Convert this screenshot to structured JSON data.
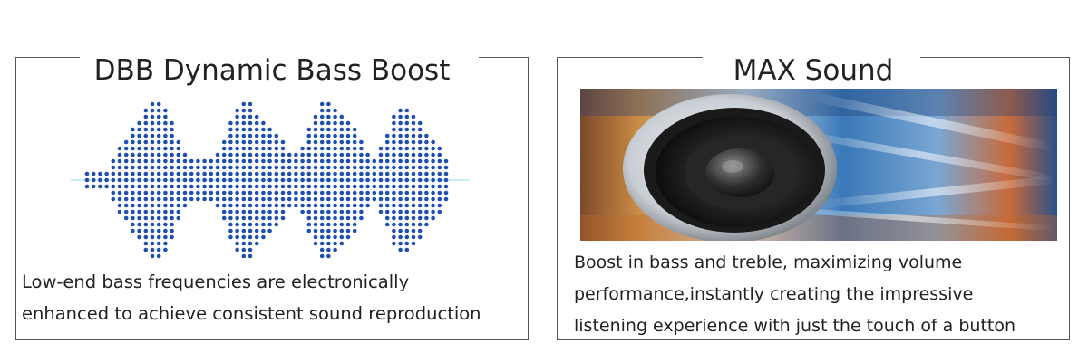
{
  "left_panel": {
    "title": "DBB Dynamic Bass Boost",
    "description_lines": [
      "Low-end bass frequencies are electronically",
      "enhanced to achieve consistent sound reproduction"
    ],
    "wave_color": "#1f4fb0"
  },
  "right_panel": {
    "title": "MAX Sound",
    "description_lines": [
      "Boost in bass and treble, maximizing volume",
      "performance,instantly creating the impressive",
      "listening experience with just the touch of a button"
    ]
  }
}
